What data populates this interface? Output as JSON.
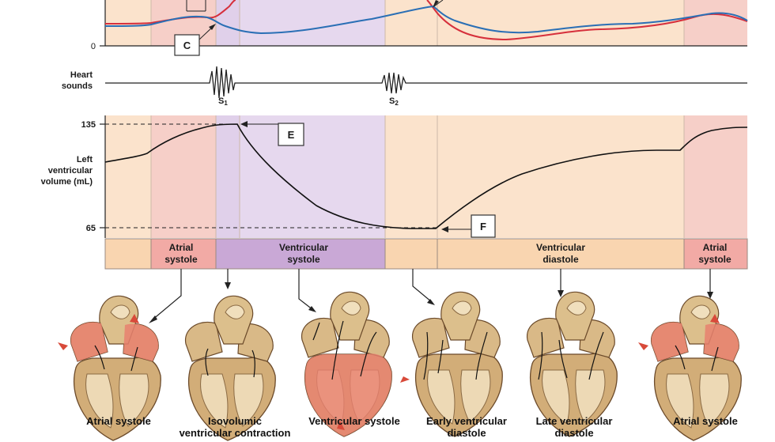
{
  "top_panel": {
    "zero_tick": "0",
    "callout_c": "C"
  },
  "heart_sounds": {
    "label_line1": "Heart",
    "label_line2": "sounds",
    "s1": "S",
    "s1_sub": "1",
    "s2": "S",
    "s2_sub": "2"
  },
  "volume_panel": {
    "ylabel_line1": "Left",
    "ylabel_line2": "ventricular",
    "ylabel_line3": "volume (mL)",
    "tick_high": "135",
    "tick_low": "65",
    "callout_e": "E",
    "callout_f": "F",
    "edv_ml": 135,
    "esv_ml": 65
  },
  "phase_bar": {
    "atrial_systole_1_line1": "Atrial",
    "atrial_systole_1_line2": "systole",
    "ventricular_systole_line1": "Ventricular",
    "ventricular_systole_line2": "systole",
    "ventricular_diastole_line1": "Ventricular",
    "ventricular_diastole_line2": "diastole",
    "atrial_systole_2_line1": "Atrial",
    "atrial_systole_2_line2": "systole"
  },
  "heart_captions": [
    {
      "line1": "Atrial systole",
      "line2": ""
    },
    {
      "line1": "Isovolumic",
      "line2": "ventricular contraction"
    },
    {
      "line1": "Ventricular systole",
      "line2": ""
    },
    {
      "line1": "Early ventricular",
      "line2": "diastole"
    },
    {
      "line1": "Late ventricular",
      "line2": "diastole"
    },
    {
      "line1": "Atrial systole",
      "line2": ""
    }
  ],
  "colors": {
    "atrial_systole": "#f4c6c2",
    "ventricular_systole": "#e3d3ea",
    "diastole": "#fbe3cc",
    "pressure_red": "#d6303c",
    "pressure_blue": "#2a6fb5",
    "heart_tissue": "#d4b27f",
    "heart_red": "#e8806f"
  }
}
